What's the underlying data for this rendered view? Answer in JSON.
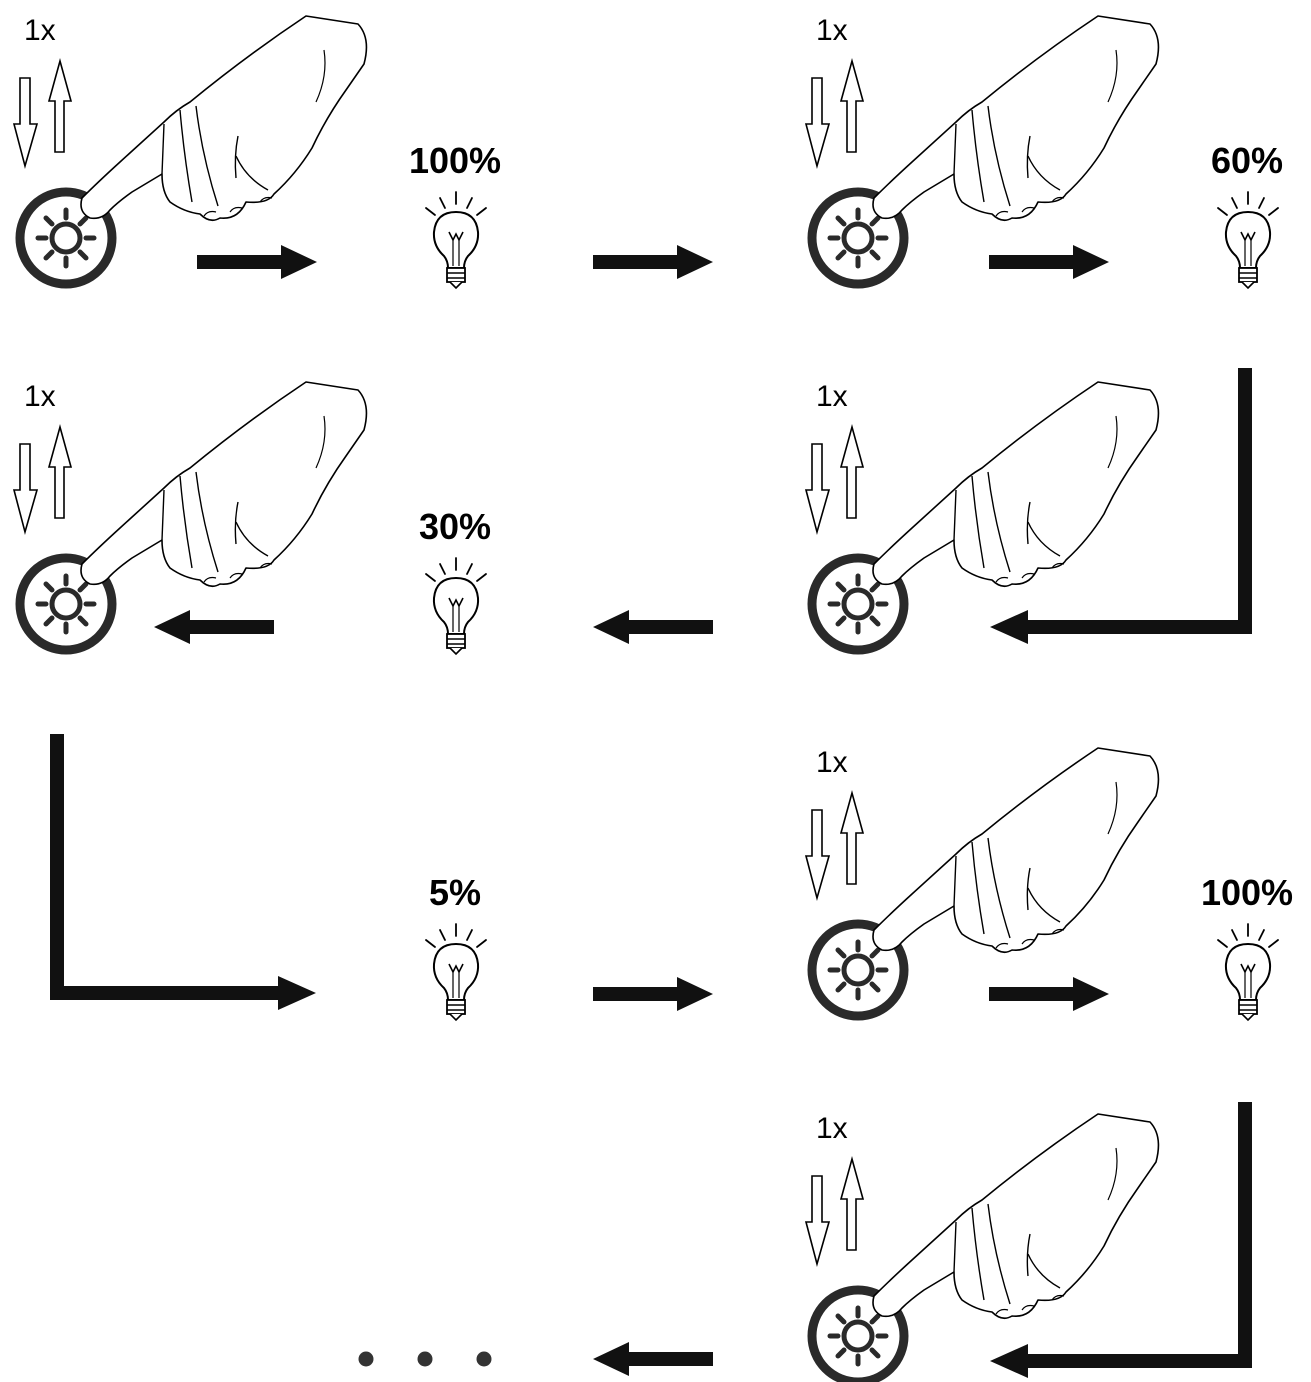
{
  "press_count_label": "1x",
  "steps": [
    {
      "level": "100%"
    },
    {
      "level": "60%"
    },
    {
      "level": "30%"
    },
    {
      "level": "5%"
    },
    {
      "level": "100%"
    }
  ],
  "icons": {
    "button": "dimmer-button-icon",
    "hand": "pointing-hand-icon",
    "press_arrows": "press-release-arrows-icon",
    "bulb": "light-bulb-icon",
    "continuation": "ellipsis-dots"
  }
}
